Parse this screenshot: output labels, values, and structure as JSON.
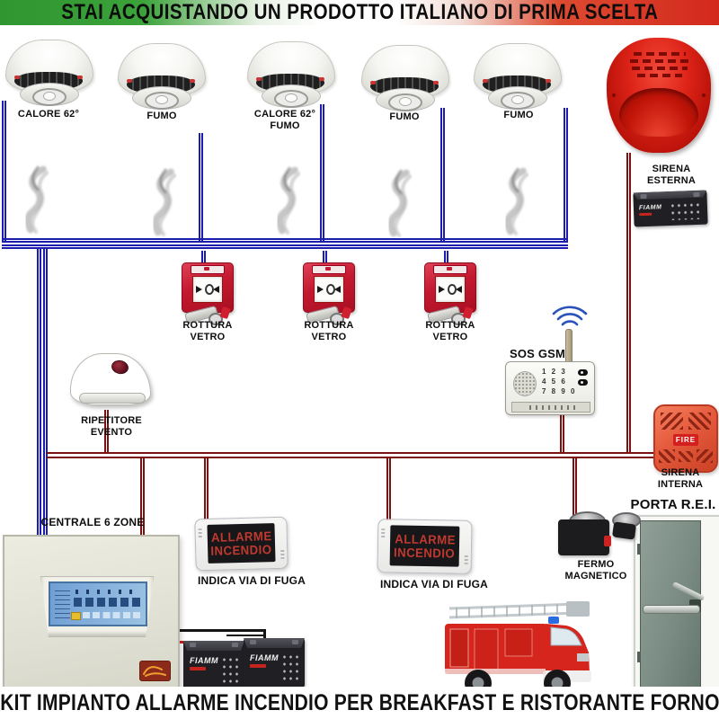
{
  "banner": {
    "text": "STAI ACQUISTANDO UN PRODOTTO ITALIANO DI PRIMA SCELTA"
  },
  "footer": {
    "text": "KIT IMPIANTO ALLARME INCENDIO PER BREAKFAST E RISTORANTE FORNO"
  },
  "colors": {
    "wire_blue": "#1c1cae",
    "wire_red": "#7c1111",
    "flag_green": "#3ca23a",
    "flag_red": "#d3291d",
    "siren_red": "#dd2318",
    "sign_text_red": "#c0392e",
    "door_green": "#76887e"
  },
  "detectors": [
    {
      "label": "CALORE 62°"
    },
    {
      "label": "FUMO"
    },
    {
      "label": "CALORE 62°",
      "label2": "FUMO"
    },
    {
      "label": "FUMO"
    },
    {
      "label": "FUMO"
    }
  ],
  "call_points": [
    {
      "label1": "ROTTURA",
      "label2": "VETRO"
    },
    {
      "label1": "ROTTURA",
      "label2": "VETRO"
    },
    {
      "label1": "ROTTURA",
      "label2": "VETRO"
    }
  ],
  "gsm": {
    "label": "SOS GSM",
    "keypad_rows": [
      "1 2 3",
      "4 5 6",
      "7 8 9 0"
    ]
  },
  "repeater": {
    "label1": "RIPETITORE",
    "label2": "EVENTO"
  },
  "siren_external": {
    "label1": "SIRENA",
    "label2": "ESTERNA"
  },
  "siren_internal": {
    "label1": "SIRENA",
    "label2": "INTERNA",
    "badge": "FIRE"
  },
  "fire_door": {
    "label": "PORTA R.E.I."
  },
  "control_panel": {
    "label": "CENTRALE 6 ZONE"
  },
  "exit_signs": [
    {
      "line1": "ALLARME",
      "line2": "INCENDIO",
      "sublabel": "INDICA VIA DI FUGA"
    },
    {
      "line1": "ALLARME",
      "line2": "INCENDIO",
      "sublabel": "INDICA VIA DI FUGA"
    }
  ],
  "door_holder": {
    "label1": "FERMO",
    "label2": "MAGNETICO"
  },
  "battery_brand": "FIAMM"
}
